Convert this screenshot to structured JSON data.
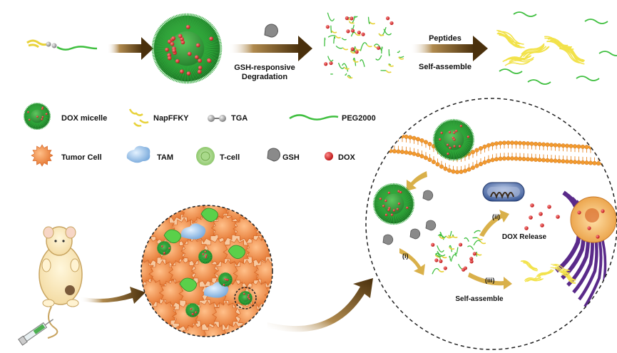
{
  "top": {
    "step1_label": "GSH-responsive",
    "step1_label2": "Degradation",
    "step2_top": "Peptides",
    "step2_bottom": "Self-assemble"
  },
  "legend": {
    "row1": [
      "DOX micelle",
      "NapFFKY",
      "TGA",
      "PEG2000"
    ],
    "row2": [
      "Tumor Cell",
      "TAM",
      "T-cell",
      "GSH",
      "DOX"
    ]
  },
  "inset": {
    "step_i": "(i)",
    "step_ii": "(ii)",
    "step_iii": "(iii)",
    "dox_release": "DOX Release",
    "self_assemble": "Self-assemble"
  },
  "colors": {
    "micelle_green": "#2e8b2e",
    "dox_red": "#d81e1e",
    "peptide_yellow": "#f2e24a",
    "tumor_orange": "#f08a3c",
    "membrane_orange": "#f29a2e",
    "arrow_brown": "#6b4a1c"
  },
  "icons": [
    "mouse-icon",
    "syringe-icon",
    "mitochondrion-icon",
    "nucleus-icon",
    "gsh-icon"
  ]
}
